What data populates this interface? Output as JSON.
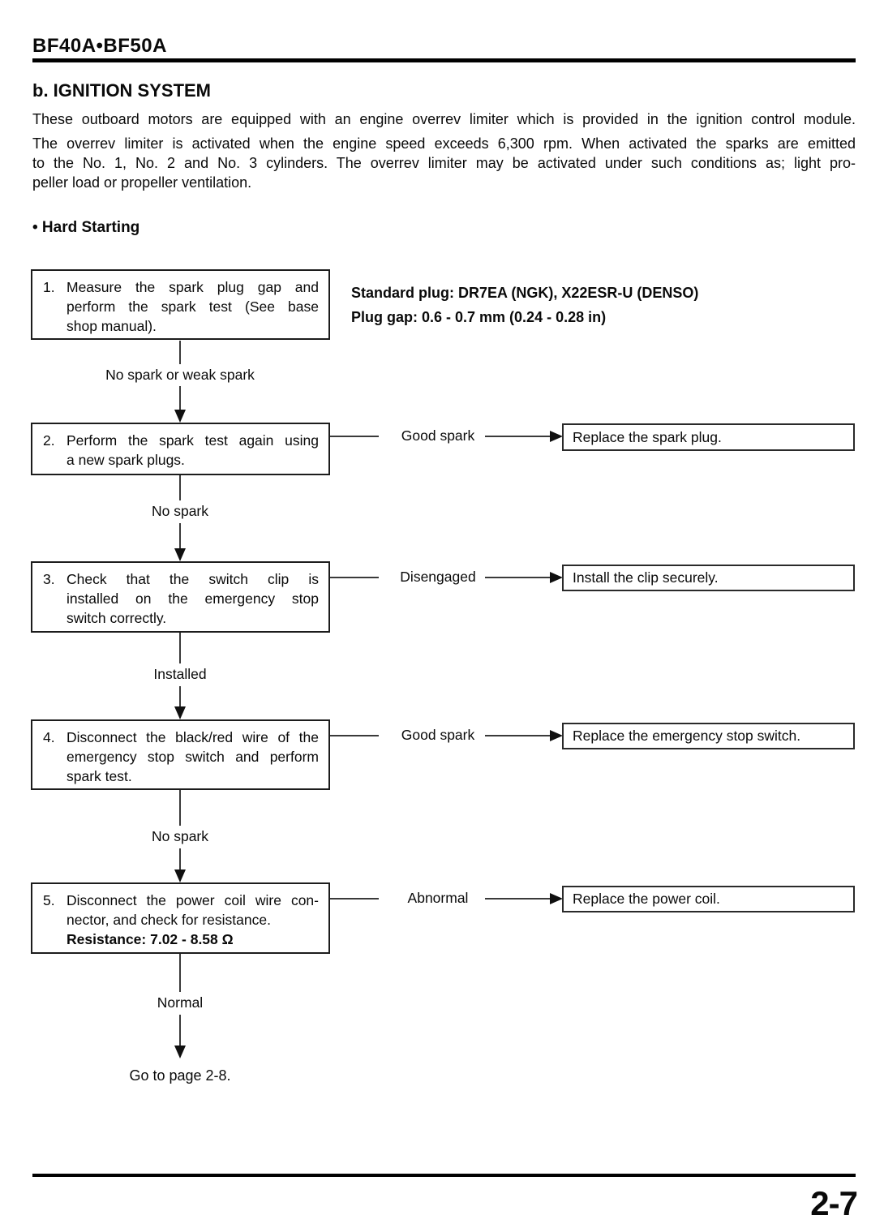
{
  "header": {
    "model": "BF40A•BF50A"
  },
  "section": {
    "title": "b. IGNITION SYSTEM",
    "intro": "These outboard motors are equipped with an engine overrev limiter which is provided in the ignition control module.",
    "para_lines": [
      "The overrev limiter is activated when the engine speed exceeds 6,300 rpm. When activated the sparks are emitted",
      "to the No. 1, No. 2 and No. 3 cylinders. The overrev limiter may be activated under such conditions as; light pro-",
      "peller load or propeller ventilation."
    ],
    "subheading": "• Hard Starting"
  },
  "spec": {
    "standard_plug": "Standard plug: DR7EA (NGK), X22ESR-U (DENSO)",
    "plug_gap": "Plug gap: 0.6 - 0.7 mm (0.24 - 0.28 in)"
  },
  "flow": {
    "steps": [
      {
        "num": "1.",
        "lines": [
          "Measure the spark plug gap and",
          "perform the spark test (See base",
          "shop manual)."
        ],
        "down_label": "No spark or weak spark"
      },
      {
        "num": "2.",
        "lines": [
          "Perform the spark test again using",
          "a new spark plugs."
        ],
        "branch_label": "Good spark",
        "branch_result": "Replace the spark plug.",
        "down_label": "No spark"
      },
      {
        "num": "3.",
        "lines": [
          "Check that the switch clip is",
          "installed on the emergency stop",
          "switch correctly."
        ],
        "branch_label": "Disengaged",
        "branch_result": "Install the clip securely.",
        "down_label": "Installed"
      },
      {
        "num": "4.",
        "lines": [
          "Disconnect the black/red wire of the",
          "emergency stop switch and perform",
          "spark test."
        ],
        "branch_label": "Good spark",
        "branch_result": "Replace the emergency stop switch.",
        "down_label": "No spark"
      },
      {
        "num": "5.",
        "lines": [
          "Disconnect the power coil wire con-",
          "nector, and check for resistance."
        ],
        "bold_line": "Resistance: 7.02 - 8.58 Ω",
        "branch_label": "Abnormal",
        "branch_result": "Replace the power coil.",
        "down_label": "Normal"
      }
    ],
    "terminal": "Go to page 2-8."
  },
  "footer": {
    "page_number": "2-7"
  }
}
